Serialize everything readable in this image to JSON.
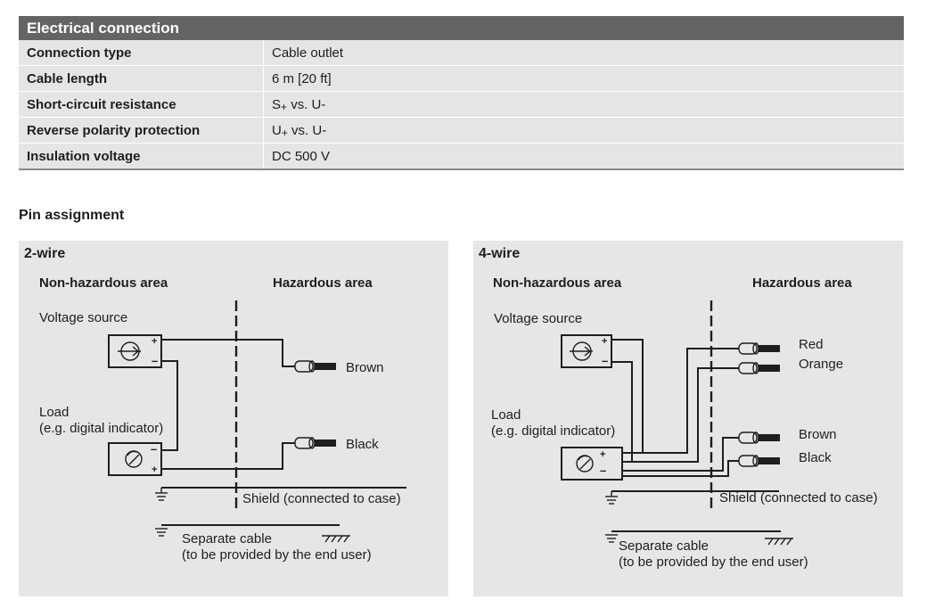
{
  "spec": {
    "header": "Electrical connection",
    "rows": [
      {
        "label": "Connection type",
        "value": "Cable outlet"
      },
      {
        "label": "Cable length",
        "value": "6 m [20 ft]"
      },
      {
        "label": "Short-circuit resistance",
        "value_main": "S",
        "value_sub": "+",
        "value_rest": " vs. U-"
      },
      {
        "label": "Reverse polarity protection",
        "value_main": "U",
        "value_sub": "+",
        "value_rest": " vs. U-"
      },
      {
        "label": "Insulation voltage",
        "value": "DC 500 V"
      }
    ]
  },
  "pin_assignment": {
    "title": "Pin assignment",
    "two_wire": {
      "title": "2-wire",
      "non_hazardous": "Non-hazardous area",
      "hazardous": "Hazardous area",
      "voltage_source": "Voltage source",
      "load_line1": "Load",
      "load_line2": "(e.g. digital indicator)",
      "wires": [
        "Brown",
        "Black"
      ],
      "shield": "Shield (connected to case)",
      "separate_line1": "Separate cable",
      "separate_line2": "(to be provided by the end user)"
    },
    "four_wire": {
      "title": "4-wire",
      "non_hazardous": "Non-hazardous area",
      "hazardous": "Hazardous area",
      "voltage_source": "Voltage source",
      "load_line1": "Load",
      "load_line2": "(e.g. digital indicator)",
      "wires": [
        "Red",
        "Orange",
        "Brown",
        "Black"
      ],
      "shield": "Shield (connected to case)",
      "separate_line1": "Separate cable",
      "separate_line2": "(to be provided by the end user)"
    }
  },
  "icons": {
    "voltage_source": "voltage-source-icon",
    "load": "gauge-indicator-icon",
    "ground": "ground-icon",
    "chassis_ground": "chassis-ground-icon",
    "wire_end": "cable-wire-end-icon"
  }
}
